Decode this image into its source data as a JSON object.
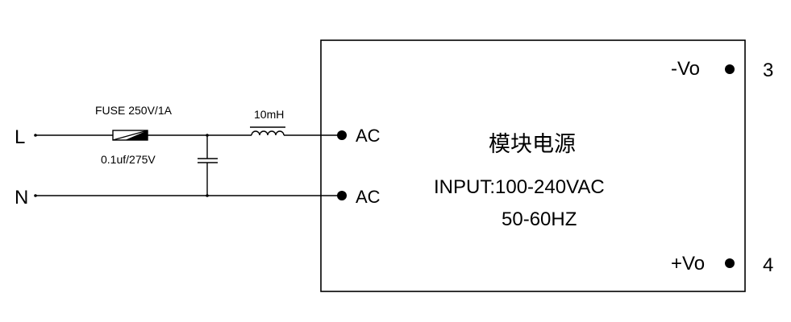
{
  "inputs": {
    "line_label": "L",
    "neutral_label": "N"
  },
  "components": {
    "fuse_label": "FUSE 250V/1A",
    "capacitor_label": "0.1uf/275V",
    "inductor_label": "10mH"
  },
  "module": {
    "title": "模块电源",
    "input_spec": "INPUT:100-240VAC",
    "freq_spec": "50-60HZ",
    "ac_pin_1": "AC",
    "ac_pin_2": "AC",
    "neg_out": "-Vo",
    "pos_out": "+Vo"
  },
  "pin_numbers": {
    "neg": "3",
    "pos": "4"
  }
}
